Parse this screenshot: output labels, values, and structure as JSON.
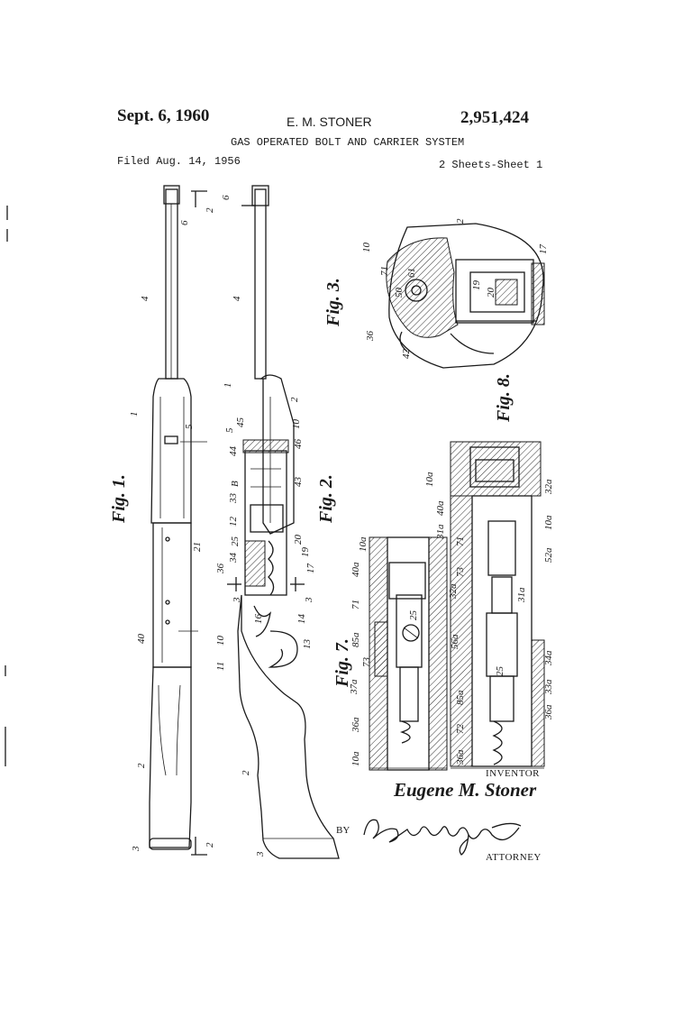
{
  "header": {
    "date": "Sept. 6, 1960",
    "inventor": "E. M. STONER",
    "patent_number": "2,951,424",
    "title": "GAS OPERATED BOLT AND CARRIER SYSTEM",
    "filed": "Filed Aug. 14, 1956",
    "sheets": "2 Sheets-Sheet 1"
  },
  "figures": {
    "fig1": "Fig. 1.",
    "fig2": "Fig. 2.",
    "fig3": "Fig. 3.",
    "fig7": "Fig. 7.",
    "fig8": "Fig. 8."
  },
  "reference_numerals": {
    "r1": "1",
    "r2": "2",
    "r3": "3",
    "r4": "4",
    "r5": "5",
    "r6": "6",
    "r10": "10",
    "r11": "11",
    "r12": "12",
    "r13": "13",
    "r14": "14",
    "r16": "16",
    "r17": "17",
    "r19": "19",
    "r20": "20",
    "r21": "21",
    "r25": "25",
    "r33": "33",
    "r34": "34",
    "r36": "36",
    "r40": "40",
    "r42": "42",
    "r43": "43",
    "r44": "44",
    "r45": "45",
    "r46": "46",
    "r50": "50",
    "r61": "61",
    "r71": "71",
    "r72": "72",
    "r73": "73",
    "rB": "B",
    "r10a": "10a",
    "r31a": "31a",
    "r32a": "32a",
    "r36a": "36a",
    "r37a": "37a",
    "r40a": "40a",
    "r52a": "52a",
    "r56a": "56a",
    "r85a": "85a",
    "r33a": "33a",
    "r34a": "34a"
  },
  "section_marks": {
    "s2": "2",
    "s3": "3"
  },
  "signature_block": {
    "inventor_label": "INVENTOR",
    "inventor_name": "Eugene M. Stoner",
    "by": "BY",
    "attorney_signature": "B. E. Schlesinger",
    "attorney_label": "ATTORNEY"
  }
}
